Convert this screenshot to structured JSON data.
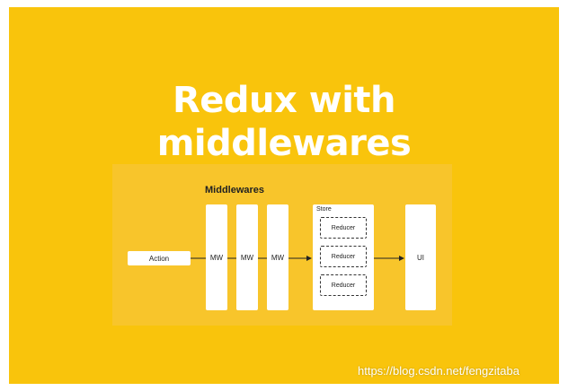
{
  "title": {
    "line1": "Redux with",
    "line2": "middlewares"
  },
  "diagram": {
    "group_label": "Middlewares",
    "action_label": "Action",
    "mw_labels": [
      "MW",
      "MW",
      "MW"
    ],
    "store_label": "Store",
    "reducer_labels": [
      "Reducer",
      "Reducer",
      "Reducer"
    ],
    "ui_label": "UI"
  },
  "watermark": "https://blog.csdn.net/fengzitaba",
  "colors": {
    "background": "#f9c40c",
    "diagram_background": "#f8c52b",
    "box": "#ffffff",
    "line": "#222222"
  }
}
